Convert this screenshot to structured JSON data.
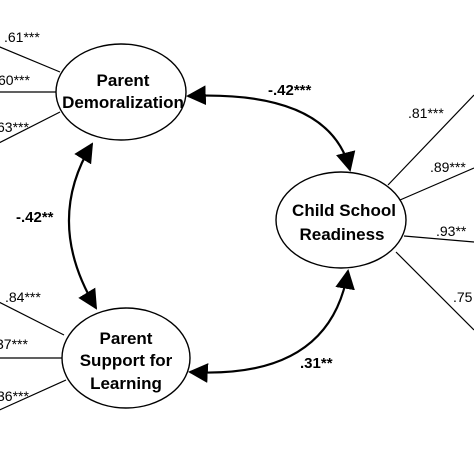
{
  "nodes": {
    "parent_demoralization": {
      "lines": [
        "Parent",
        "Demoralization"
      ]
    },
    "parent_support": {
      "lines": [
        "Parent",
        "Support for",
        "Learning"
      ]
    },
    "child_readiness": {
      "lines": [
        "Child School",
        "Readiness"
      ]
    }
  },
  "loadings": {
    "parent_demoralization": [
      ".61***",
      "60***",
      "63***"
    ],
    "parent_support": [
      ".84***",
      "37***",
      "36***"
    ],
    "child_readiness": [
      ".81***",
      ".89***",
      ".93**",
      ".75"
    ]
  },
  "correlations": {
    "demoralization_readiness": "-.42***",
    "demoralization_support": "-.42**",
    "support_readiness": ".31**"
  },
  "colors": {
    "stroke": "#000000",
    "background": "#ffffff",
    "text": "#000000"
  }
}
